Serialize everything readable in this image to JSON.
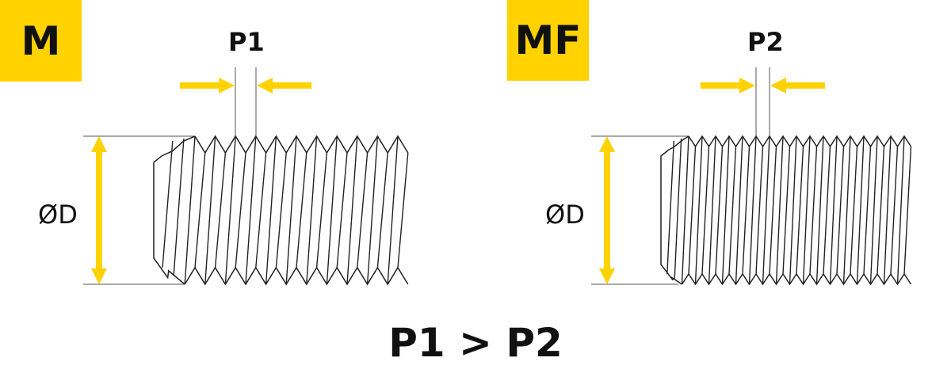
{
  "colors": {
    "accent": "#FFD200",
    "line": "#222222"
  },
  "left": {
    "badge": "M",
    "pitch_label": "P1",
    "diameter_label": "ØD",
    "thread_count": 13
  },
  "right": {
    "badge": "MF",
    "pitch_label": "P2",
    "diameter_label": "ØD",
    "thread_count": 18
  },
  "comparison": "P1 > P2"
}
